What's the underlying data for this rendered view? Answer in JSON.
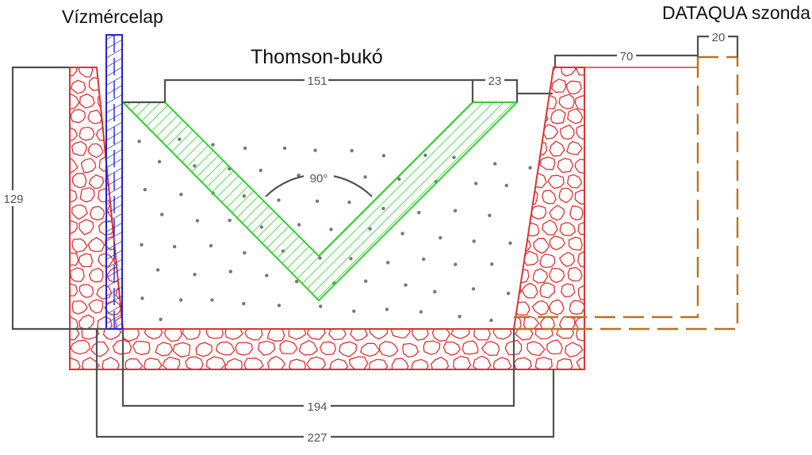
{
  "labels": {
    "vizmercelap": "Vízmércelap",
    "dataqua": "DATAQUA szonda",
    "thomson": "Thomson-bukó",
    "angle": "90°"
  },
  "dimensions": {
    "height_left": "129",
    "notch_top": "151",
    "right_offset": "23",
    "right_top": "70",
    "probe_width": "20",
    "inner_bottom": "194",
    "outer_bottom": "227"
  },
  "colors": {
    "masonry": "#e03030",
    "weir_plate": "#33cc33",
    "staff_gauge": "#2222cc",
    "probe": "#b8731e",
    "dimension": "#505050",
    "gravel_dots": "#777777"
  }
}
